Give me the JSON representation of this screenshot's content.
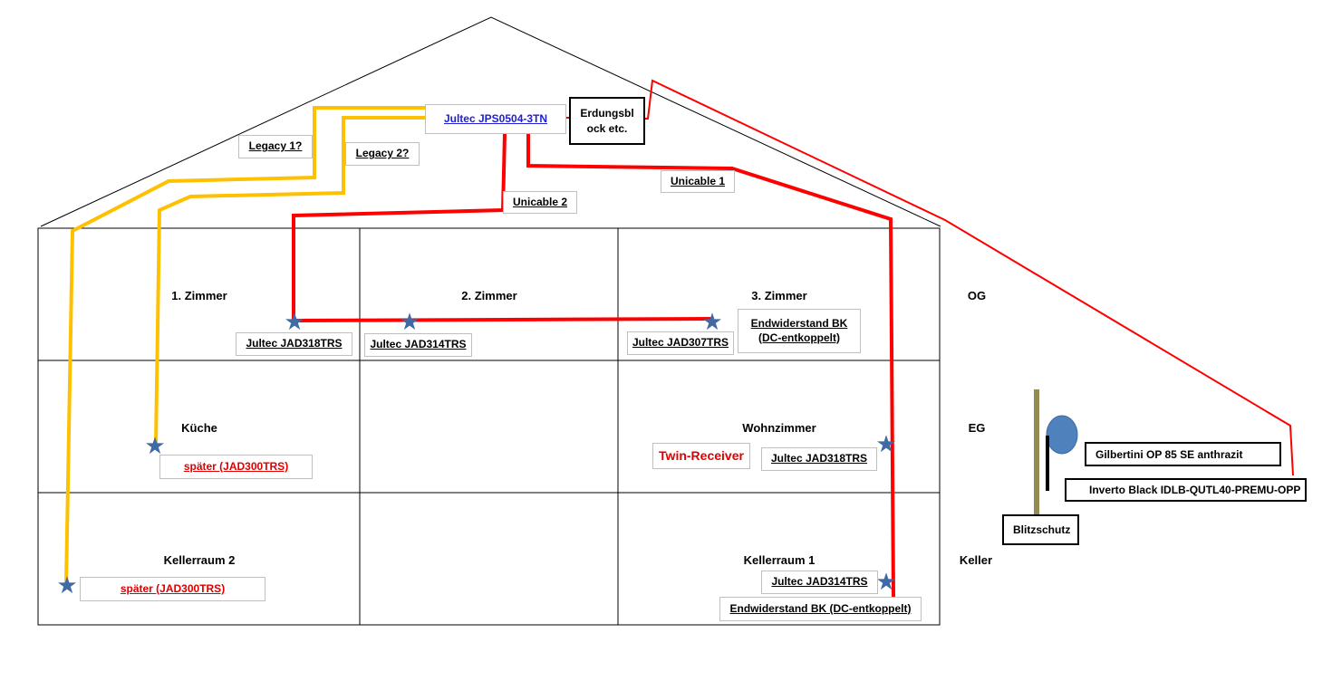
{
  "colors": {
    "cable_red": "#ff0000",
    "legacy_yellow": "#ffc000",
    "star": "#3f6aa5",
    "pole": "#948a54",
    "dish": "#4f81bd"
  },
  "head": {
    "multiswitch": "Jultec JPS0504-3TN",
    "grounding": "Erdungsbl ock etc."
  },
  "cables": {
    "legacy1": "Legacy 1?",
    "legacy2": "Legacy 2?",
    "unicable1": "Unicable  1",
    "unicable2": "Unicable  2"
  },
  "rooms": {
    "zimmer1": "1. Zimmer",
    "zimmer2": "2. Zimmer",
    "zimmer3": "3. Zimmer",
    "kueche": "Küche",
    "wohnzimmer": "Wohnzimmer",
    "keller2": "Kellerraum 2",
    "keller1": "Kellerraum 1"
  },
  "floors": {
    "og": "OG",
    "eg": "EG",
    "keller": "Keller"
  },
  "devices": {
    "z1": "Jultec JAD318TRS",
    "z2": "Jultec JAD314TRS",
    "z3": "Jultec JAD307TRS",
    "term_og": "Endwiderstand BK (DC-entkoppelt)",
    "kueche": "später (JAD300TRS)",
    "twin": "Twin-Receiver",
    "wohn": "Jultec JAD318TRS",
    "keller2": "später (JAD300TRS)",
    "keller1": "Jultec JAD314TRS",
    "term_keller": "Endwiderstand BK (DC-entkoppelt)"
  },
  "antenna": {
    "dish": "Gilbertini OP 85 SE anthrazit",
    "lnb": "Inverto Black  IDLB-QUTL40-PREMU-OPP",
    "lightning": "Blitzschutz"
  }
}
